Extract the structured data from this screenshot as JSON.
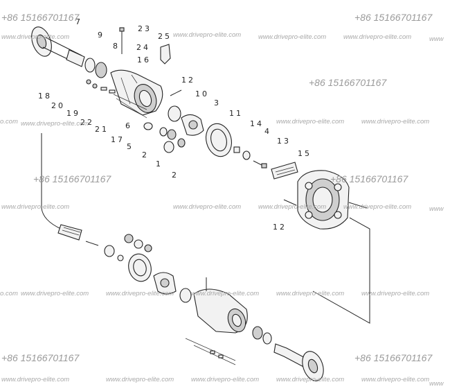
{
  "watermark": {
    "phone": "+86 15166701167",
    "site": "www.drivepro-elite.com",
    "site_partial": "www",
    "site_tail": "o.com"
  },
  "callouts": [
    "7",
    "9",
    "8",
    "23",
    "24",
    "25",
    "16",
    "12",
    "18",
    "20",
    "19",
    "22",
    "21",
    "6",
    "17",
    "10",
    "3",
    "11",
    "5",
    "14",
    "4",
    "13",
    "15",
    "2",
    "1",
    "2",
    "12"
  ]
}
